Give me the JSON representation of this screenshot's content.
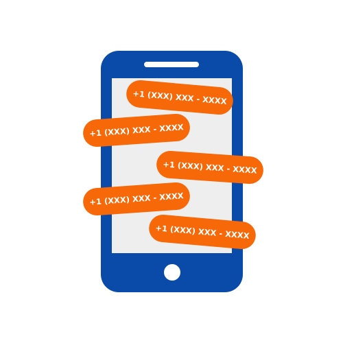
{
  "colors": {
    "phone_body": "#0a4aa8",
    "screen": "#eeeeee",
    "message_bubble": "#f76808",
    "message_text": "#ffffff"
  },
  "icon": "smartphone-icon",
  "messages": [
    {
      "text": "+1 (XXX) XXX - XXXX"
    },
    {
      "text": "+1 (XXX) XXX - XXXX"
    },
    {
      "text": "+1 (XXX) XXX - XXXX"
    },
    {
      "text": "+1 (XXX) XXX - XXXX"
    },
    {
      "text": "+1 (XXX) XXX - XXXX"
    }
  ]
}
